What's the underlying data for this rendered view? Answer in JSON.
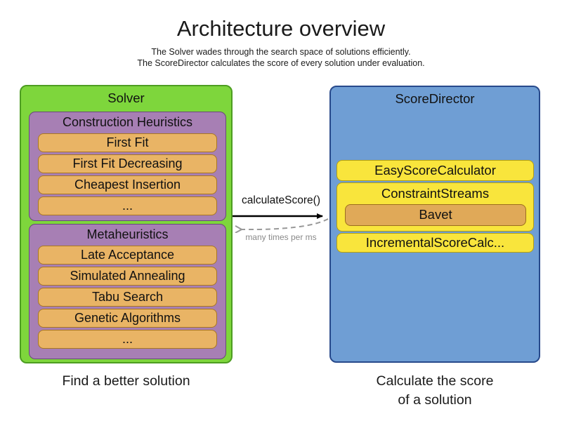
{
  "header": {
    "title": "Architecture overview",
    "subtitle1": "The Solver wades through the search space of solutions efficiently.",
    "subtitle2": "The ScoreDirector calculates the score of every solution under evaluation."
  },
  "solver": {
    "label": "Solver",
    "caption": "Find a better solution",
    "sections": [
      {
        "label": "Construction Heuristics",
        "items": [
          "First Fit",
          "First Fit Decreasing",
          "Cheapest Insertion",
          "..."
        ]
      },
      {
        "label": "Metaheuristics",
        "items": [
          "Late Acceptance",
          "Simulated Annealing",
          "Tabu Search",
          "Genetic Algorithms",
          "..."
        ]
      }
    ]
  },
  "score_director": {
    "label": "ScoreDirector",
    "caption_line1": "Calculate the score",
    "caption_line2": "of a solution",
    "calculators": [
      {
        "label": "EasyScoreCalculator"
      },
      {
        "label": "ConstraintStreams",
        "sub_label": "Bavet"
      },
      {
        "label": "IncrementalScoreCalc..."
      }
    ]
  },
  "interaction": {
    "call_label": "calculateScore()",
    "frequency_label": "many times per ms"
  },
  "colors": {
    "solver_green": "#7ed63c",
    "solver_green_border": "#4d9d21",
    "section_purple": "#a77fb4",
    "section_purple_border": "#68497a",
    "item_orange": "#e9b465",
    "item_orange_border": "#a87722",
    "director_blue": "#6f9ed4",
    "director_blue_border": "#27498b",
    "calculator_yellow": "#f9e53c",
    "calculator_yellow_border": "#b5a00e",
    "bavet_orange": "#e0a958",
    "bavet_orange_border": "#9c6e1d",
    "arrow_black": "#000000",
    "arrow_gray": "#999999",
    "text_gray": "#8a8a8a"
  }
}
